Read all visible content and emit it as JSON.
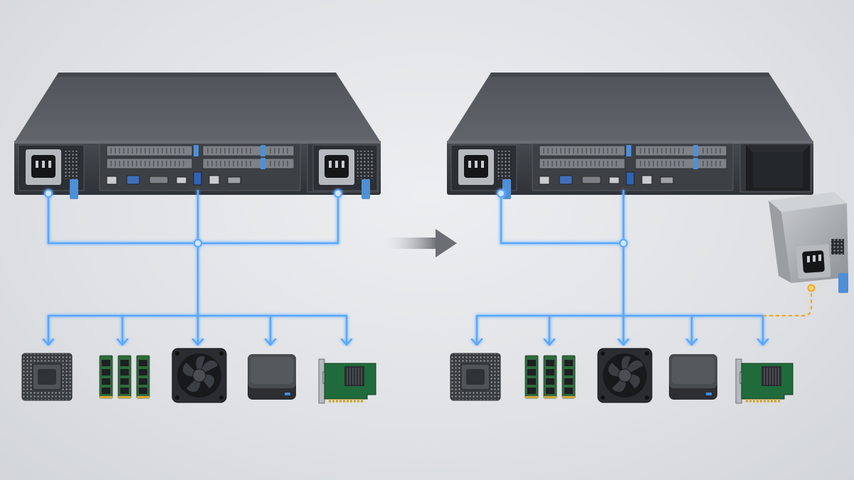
{
  "diagram": {
    "description_free": true,
    "colors": {
      "background": "#e2e4e7",
      "chassis_top": "#5c6066",
      "chassis_panel": "#3a3e44",
      "power_path": "#5aa8ff",
      "power_glow": "#9fd0ff",
      "removed_psu_path": "#f5a623",
      "psu_latch": "#4f8fd6",
      "transition_arrow": "#6b6e72"
    },
    "states": [
      {
        "id": "before",
        "psu_bays": [
          "installed",
          "installed"
        ]
      },
      {
        "id": "after",
        "psu_bays": [
          "installed",
          "removed"
        ]
      }
    ],
    "components": [
      {
        "id": "cpu",
        "icon": "cpu-chip-icon"
      },
      {
        "id": "memory",
        "icon": "memory-module-icon"
      },
      {
        "id": "fan",
        "icon": "cooling-fan-icon"
      },
      {
        "id": "storage",
        "icon": "storage-drive-icon"
      },
      {
        "id": "expansion",
        "icon": "pcie-card-icon"
      }
    ]
  }
}
